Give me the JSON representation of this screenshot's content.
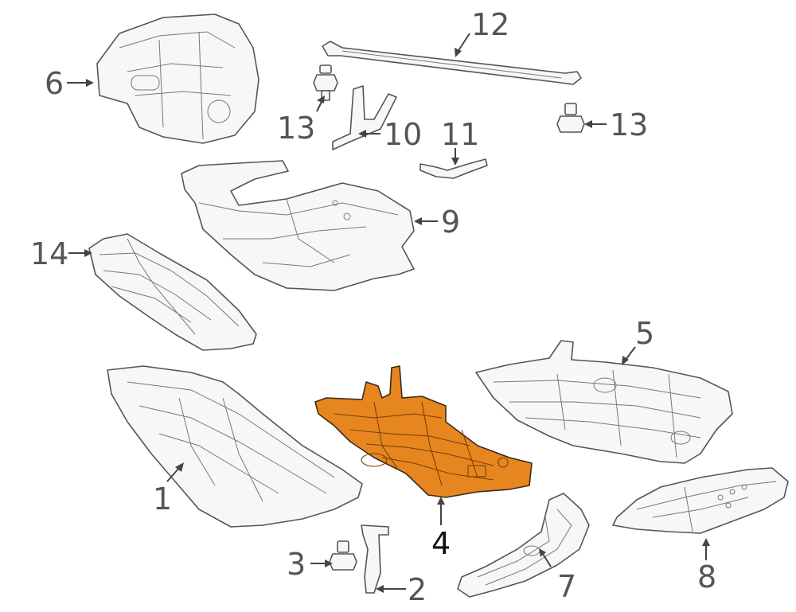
{
  "diagram": {
    "highlighted_part": "4",
    "highlight_color": "#e7861f",
    "callouts": {
      "p1": "1",
      "p2": "2",
      "p3": "3",
      "p4": "4",
      "p5": "5",
      "p6": "6",
      "p7": "7",
      "p8": "8",
      "p9": "9",
      "p10": "10",
      "p11": "11",
      "p12": "12",
      "p13a": "13",
      "p13b": "13",
      "p14": "14"
    }
  }
}
